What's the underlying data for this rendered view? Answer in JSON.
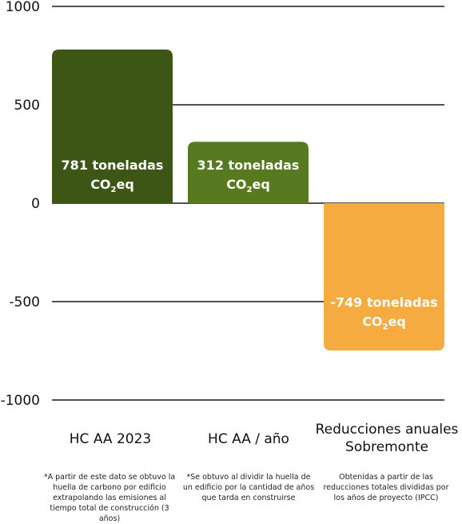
{
  "chart_data": {
    "type": "bar",
    "categories": [
      "HC AA 2023",
      "HC AA / año",
      "Reducciones anuales Sobremonte"
    ],
    "category_lines": [
      [
        "HC AA 2023"
      ],
      [
        "HC AA / año"
      ],
      [
        "Reducciones anuales",
        "Sobremonte"
      ]
    ],
    "values": [
      781,
      312,
      -749
    ],
    "value_labels": [
      "781 toneladas",
      "312 toneladas",
      "-749 toneladas"
    ],
    "unit_label": {
      "prefix": "CO",
      "sub": "2",
      "suffix": "eq"
    },
    "colors": [
      "#3d5616",
      "#577a20",
      "#f5ab40"
    ],
    "ylim": [
      -1000,
      1000
    ],
    "yticks": [
      1000,
      500,
      0,
      -500,
      -1000
    ],
    "ytick_labels": [
      "1000",
      "500",
      "0",
      "-500",
      "-1000"
    ],
    "grid": true,
    "title": "",
    "xlabel": "",
    "ylabel": ""
  },
  "notes": [
    "*A partir de este dato se obtuvo la huella de carbono por edificio extrapolando las emisiones al tiempo total de construcción (3 años)",
    "*Se obtuvo al dividir la huella de un edificio por la cantidad de años que tarda en construirse",
    "Obtenidas a partir de las reducciones totales divididas por los años de proyecto (IPCC)"
  ]
}
